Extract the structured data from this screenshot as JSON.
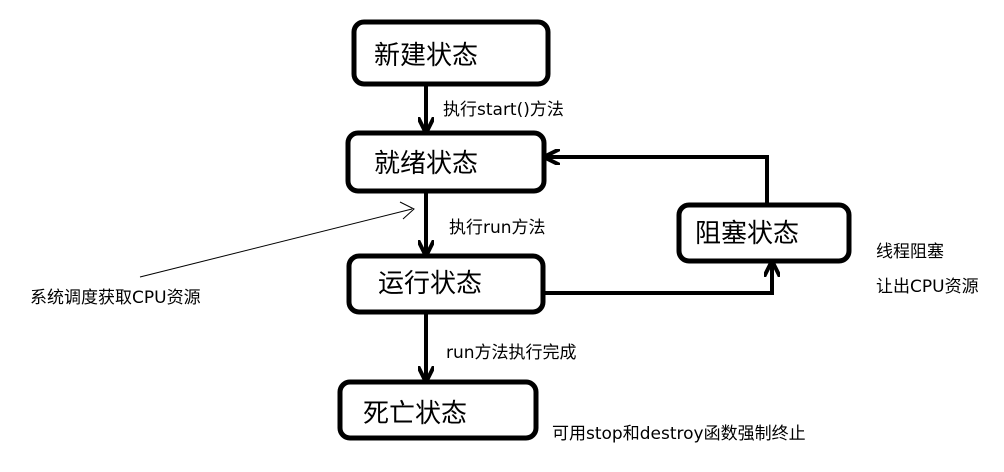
{
  "states": {
    "new": "新建状态",
    "ready": "就绪状态",
    "running": "运行状态",
    "blocked": "阻塞状态",
    "dead": "死亡状态"
  },
  "transitions": {
    "new_to_ready": "执行start()方法",
    "ready_to_running": "执行run方法",
    "running_to_dead": "run方法执行完成"
  },
  "annotations": {
    "scheduler": "系统调度获取CPU资源",
    "blocked_line1": "线程阻塞",
    "blocked_line2": "让出CPU资源",
    "dead_note": "可用stop和destroy函数强制终止"
  }
}
